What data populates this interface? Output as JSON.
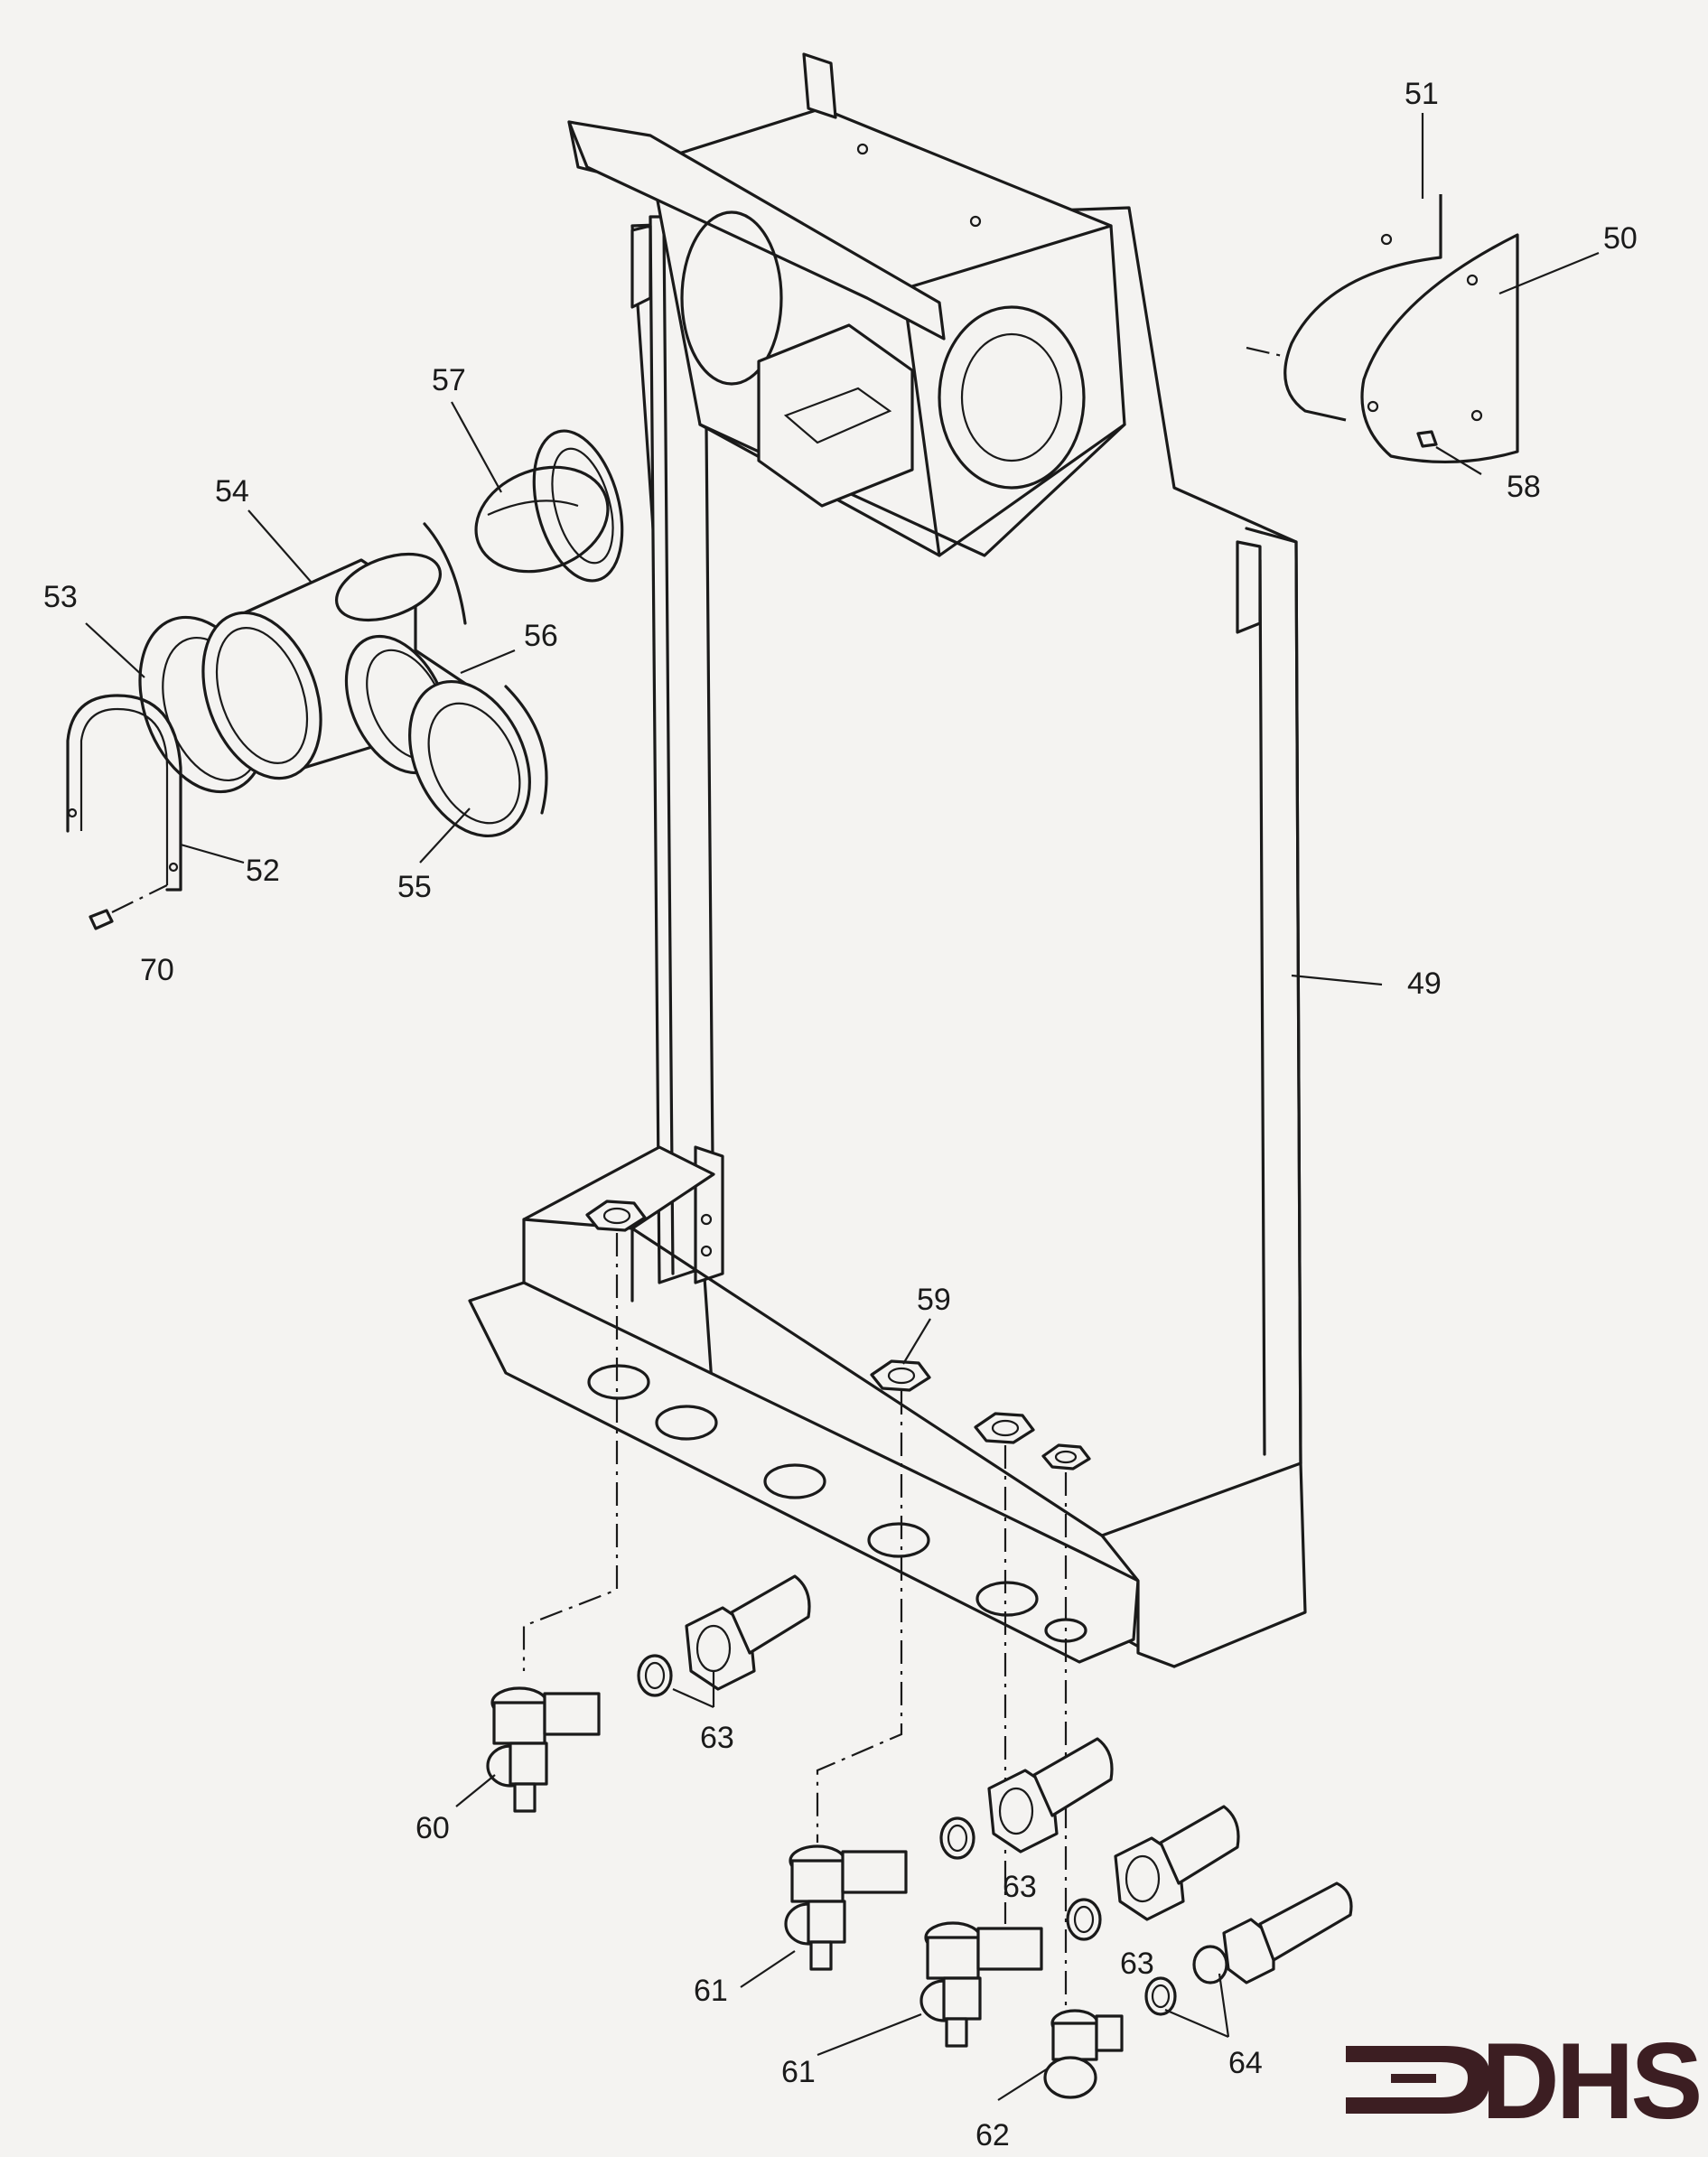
{
  "labels": {
    "p49": "49",
    "p50": "50",
    "p51": "51",
    "p52": "52",
    "p53": "53",
    "p54": "54",
    "p55": "55",
    "p56": "56",
    "p57": "57",
    "p58": "58",
    "p59": "59",
    "p60": "60",
    "p61a": "61",
    "p61b": "61",
    "p62": "62",
    "p63a": "63",
    "p63b": "63",
    "p63c": "63",
    "p64": "64",
    "p70": "70"
  },
  "logo": {
    "text": "DHS",
    "color": "#3c1e22"
  },
  "colors": {
    "line": "#1a1a1a",
    "paper": "#f4f3f1"
  }
}
